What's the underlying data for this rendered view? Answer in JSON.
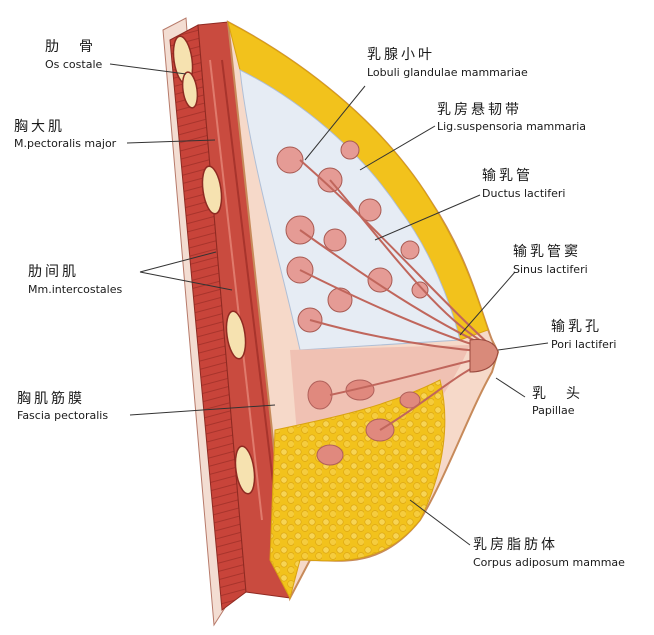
{
  "labels": {
    "os_costale": {
      "zh": "肋　骨",
      "en": "Os costale"
    },
    "pectoralis": {
      "zh": "胸大肌",
      "en": "M.pectoralis major"
    },
    "intercostales": {
      "zh": "肋间肌",
      "en": "Mm.intercostales"
    },
    "fascia": {
      "zh": "胸肌筋膜",
      "en": "Fascia pectoralis"
    },
    "lobuli": {
      "zh": "乳腺小叶",
      "en": "Lobuli glandulae mammariae"
    },
    "ligaments": {
      "zh": "乳房悬韧带",
      "en": "Lig.suspensoria mammaria"
    },
    "ductus": {
      "zh": "输乳管",
      "en": "Ductus lactiferi"
    },
    "sinus": {
      "zh": "输乳管窦",
      "en": "Sinus lactiferi"
    },
    "pori": {
      "zh": "输乳孔",
      "en": "Pori lactiferi"
    },
    "papilla": {
      "zh": "乳　头",
      "en": "Papillae"
    },
    "corpus": {
      "zh": "乳房脂肪体",
      "en": "Corpus adiposum mammae"
    }
  },
  "colors": {
    "muscle": "#c8443a",
    "muscle_dark": "#8f2a22",
    "fat_yellow": "#f2c21c",
    "fat_light": "#f7dc6b",
    "gland_pink": "#e59b95",
    "tissue_pink": "#f2c4b8",
    "duct": "#c0665c",
    "rib": "#f6e2b0",
    "leader": "#333333"
  }
}
